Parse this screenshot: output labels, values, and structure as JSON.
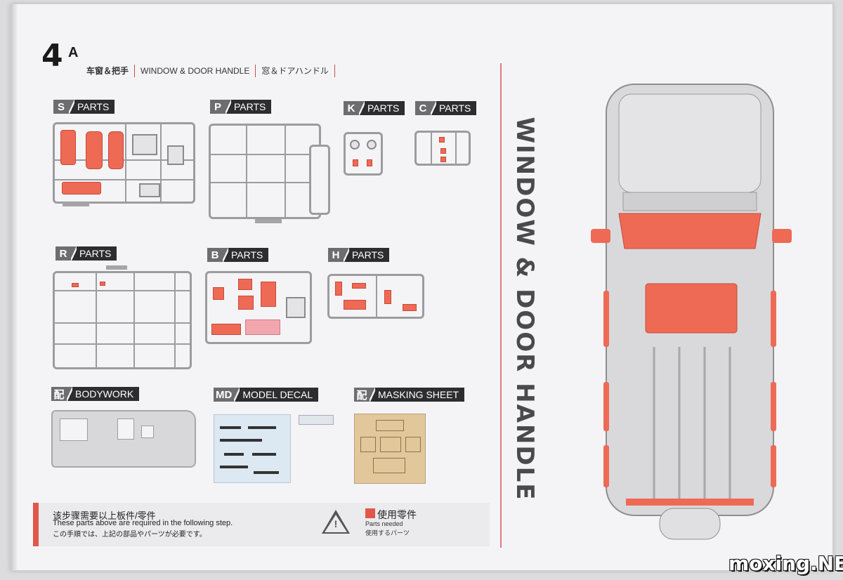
{
  "header": {
    "step_number": "4",
    "step_sub": "A",
    "title_zh": "车窗＆把手",
    "title_en": "WINDOW & DOOR HANDLE",
    "title_jp": "窓＆ドアハンドル"
  },
  "parts": [
    {
      "code": "S",
      "label": "PARTS"
    },
    {
      "code": "P",
      "label": "PARTS"
    },
    {
      "code": "K",
      "label": "PARTS"
    },
    {
      "code": "C",
      "label": "PARTS"
    },
    {
      "code": "R",
      "label": "PARTS"
    },
    {
      "code": "B",
      "label": "PARTS"
    },
    {
      "code": "H",
      "label": "PARTS"
    }
  ],
  "extras": [
    {
      "code": "配",
      "label": "BODYWORK"
    },
    {
      "code": "MD",
      "label": "MODEL DECAL"
    },
    {
      "code": "配",
      "label": "MASKING SHEET"
    }
  ],
  "note": {
    "zh": "该步骤需要以上板件/零件",
    "en": "These parts above are required in the following step.",
    "jp": "この手順では、上記の部品やパーツが必要です。"
  },
  "legend": {
    "zh": "使用零件",
    "en": "Parts needed",
    "jp": "使用するパーツ",
    "color": "#e2574a"
  },
  "vertical_title": "WINDOW & DOOR HANDLE",
  "watermark": "moxing.NET",
  "colors": {
    "highlight": "#ee6a55",
    "accent": "#e2574a",
    "sprue": "#9c9ca0"
  }
}
